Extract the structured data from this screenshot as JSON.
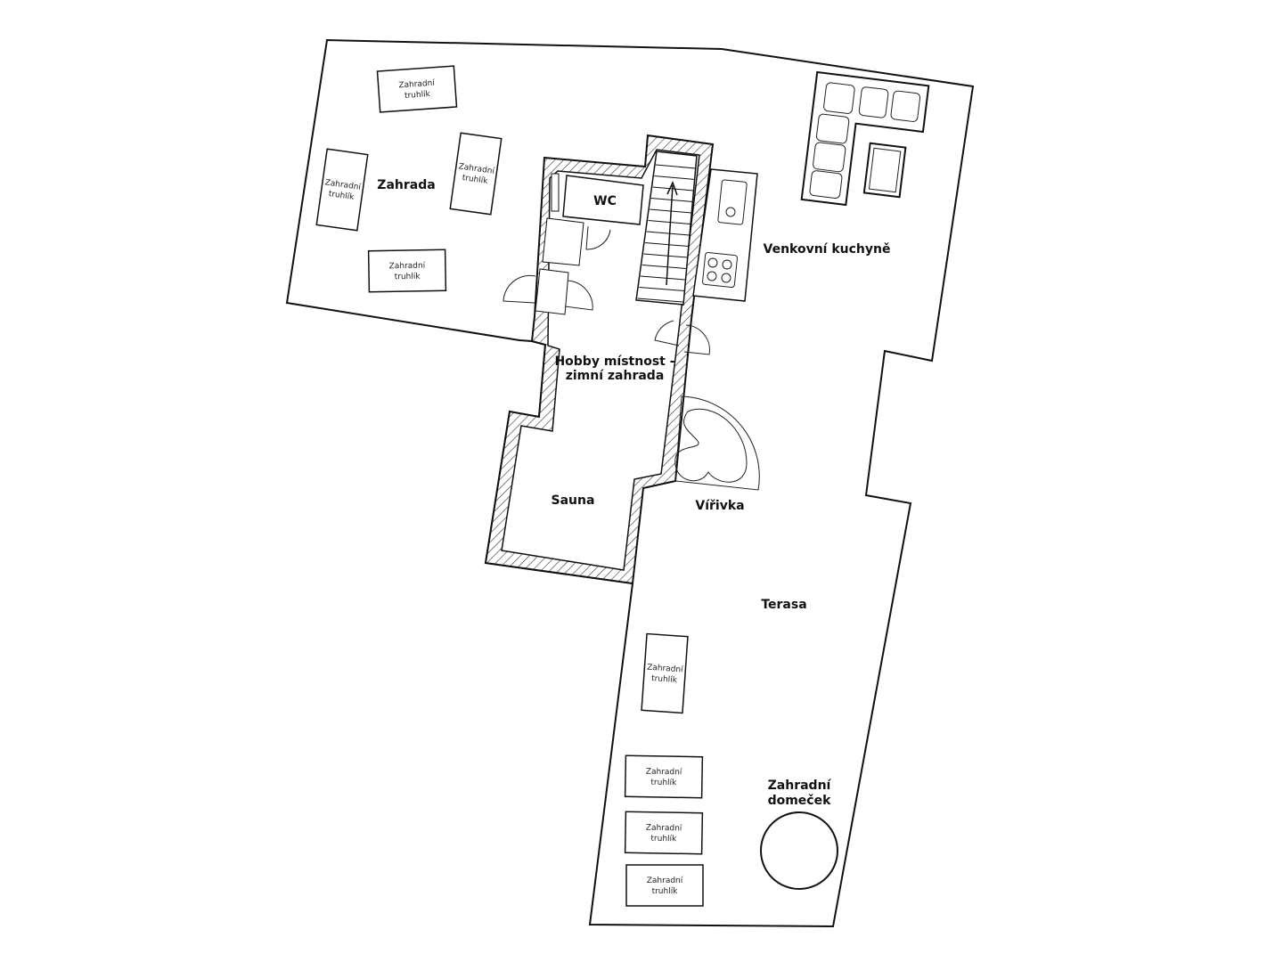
{
  "rooms": {
    "zahrada": "Zahrada",
    "wc": "WC",
    "kitchen": "Venkovní kuchyně",
    "hobby_line1": "Hobby místnost -",
    "hobby_line2": "zimní zahrada",
    "sauna": "Sauna",
    "hot_tub": "Vířivka",
    "terrace": "Terasa",
    "shed_line1": "Zahradní",
    "shed_line2": "domeček"
  },
  "planter": {
    "line1": "Zahradní",
    "line2": "truhlík"
  }
}
